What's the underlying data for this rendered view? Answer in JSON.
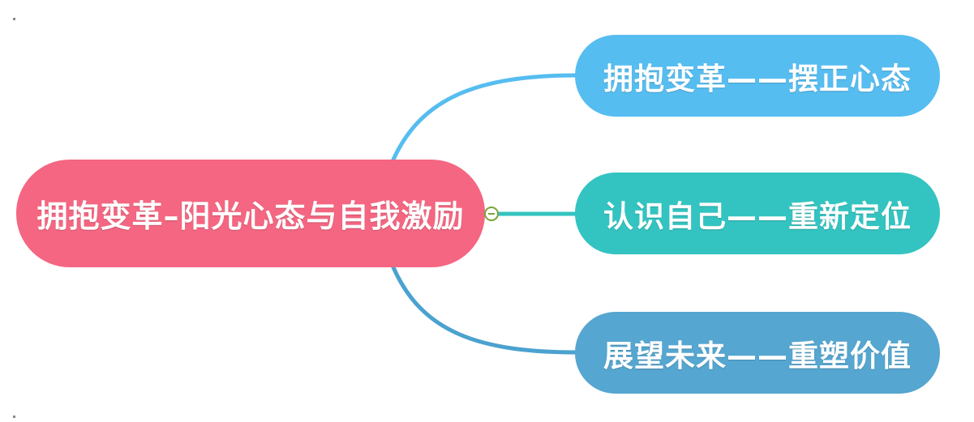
{
  "mindmap": {
    "root": {
      "label": "拥抱变革–阳光心态与自我激励",
      "color": "#f46681"
    },
    "children": [
      {
        "label": "拥抱变革——摆正心态",
        "color": "#56bdf0",
        "line_color": "#56bdf0"
      },
      {
        "label": "认识自己——重新定位",
        "color": "#33c4c1",
        "line_color": "#33c4c1"
      },
      {
        "label": "展望未来——重塑价值",
        "color": "#55a6d0",
        "line_color": "#4ba2cf"
      }
    ],
    "collapse_icon": "minus-circle-icon",
    "collapse_color": "#7aa53a"
  }
}
